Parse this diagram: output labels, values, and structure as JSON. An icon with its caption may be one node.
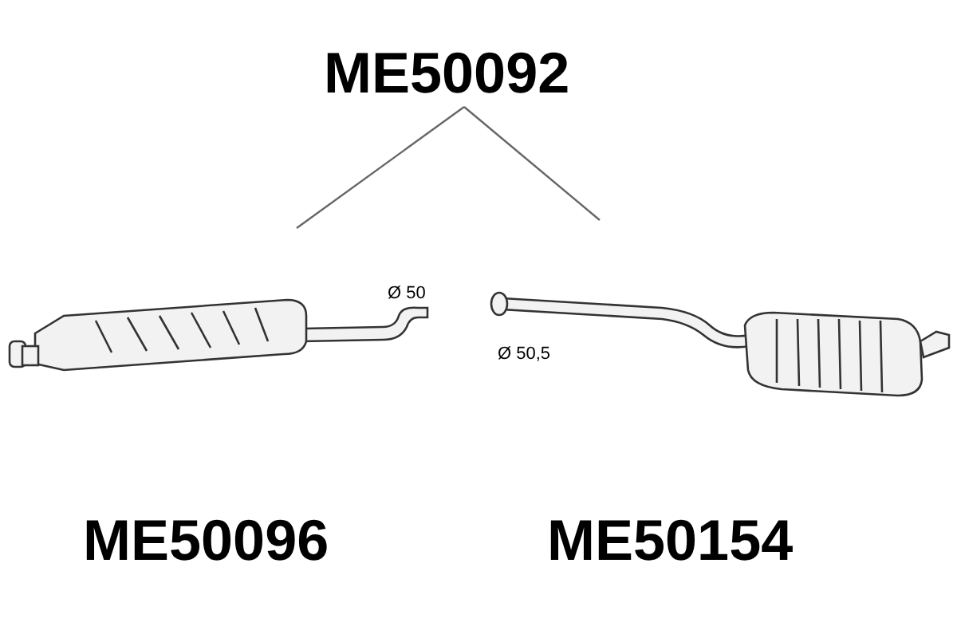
{
  "diagram": {
    "nodes": [
      {
        "text": [
          "ME50092"
        ]
      },
      {
        "text": [],
        "shape": "picture",
        "beside": [
          "ME50096"
        ]
      },
      {
        "text": [],
        "shape": "picture",
        "beside": [
          "ME50154"
        ]
      }
    ],
    "edges": [
      {
        "from": 0,
        "to": 1,
        "arrow": "none"
      },
      {
        "from": 0,
        "to": 2,
        "arrow": "none"
      }
    ],
    "labels": [
      "Ø 50",
      "Ø 50,5"
    ]
  }
}
